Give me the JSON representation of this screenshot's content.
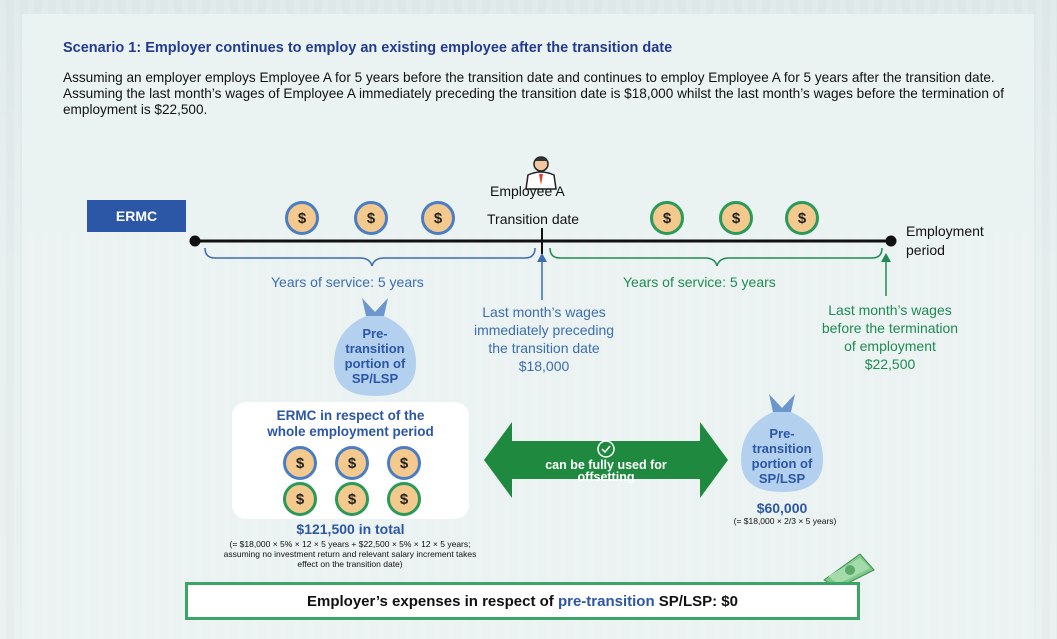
{
  "title": "Scenario 1: Employer continues to employ an existing employee after the transition date",
  "intro": "Assuming an employer employs Employee A for 5 years before the transition date and continues to employ Employee A for 5 years after the transition date.    Assuming the last month’s wages of Employee A immediately preceding the transition date is $18,000 whilst the last month’s wages before the termination of employment is $22,500.",
  "timeline": {
    "ermc_label": "ERMC",
    "employee_label": "Employee A",
    "transition_label": "Transition date",
    "end_label_1": "Employment",
    "end_label_2": "period",
    "coin_symbol": "$",
    "left_years": "Years of service: 5 years",
    "right_years": "Years of service: 5 years",
    "mid_wages": [
      "Last month’s wages",
      "immediately preceding",
      "the transition date",
      "$18,000"
    ],
    "right_wages": [
      "Last month’s wages",
      "before the termination",
      "of employment",
      "$22,500"
    ]
  },
  "left_bag": [
    "Pre-",
    "transition",
    "portion of",
    "SP/LSP"
  ],
  "right_bag": [
    "Pre-",
    "transition",
    "portion of",
    "SP/LSP"
  ],
  "ermc_box": {
    "line1": "ERMC in respect of the",
    "line2": "whole employment period",
    "total": "$121,500 in total",
    "note": [
      "(= $18,000 × 5% × 12 × 5 years  +  $22,500 × 5% × 12 × 5 years;",
      "assuming no investment return and relevant salary increment takes",
      "effect on the transition date)"
    ]
  },
  "arrow": {
    "line1": "can be fully used for",
    "line2": "offsetting"
  },
  "right_amount": {
    "value": "$60,000",
    "note": "(= $18,000 × 2/3 × 5 years)"
  },
  "bottom": {
    "prefix": "Employer’s expenses in respect of ",
    "highlight": "pre-transition",
    "suffix": " SP/LSP: $0"
  },
  "colors": {
    "blue": "#3c6db0",
    "green": "#1f8a55",
    "navy": "#2c56a6",
    "coin": "#f4c98d"
  }
}
